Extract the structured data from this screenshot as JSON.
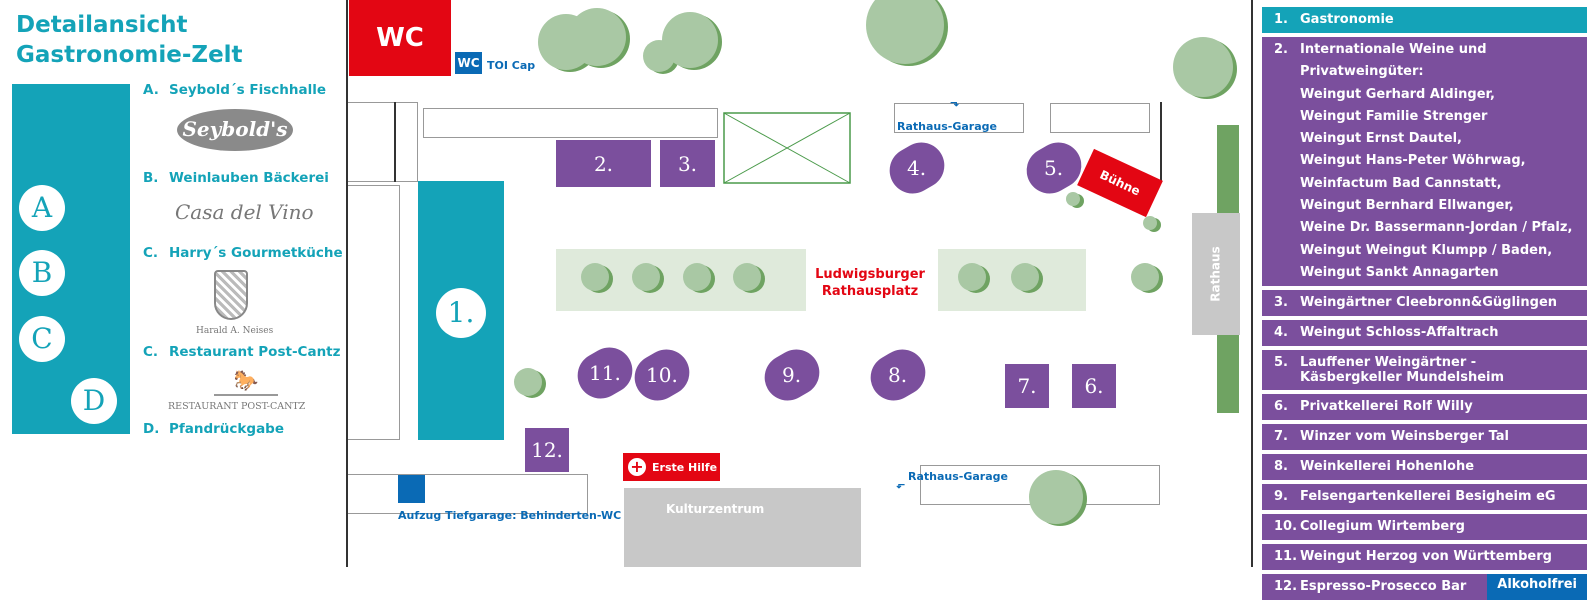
{
  "left": {
    "title_line1": "Detailansicht",
    "title_line2": "Gastronomie-Zelt",
    "markers": [
      "A",
      "B",
      "C",
      "D"
    ],
    "items": [
      {
        "key": "A.",
        "label": "Seybold´s Fischhalle",
        "logo": "Seybold's"
      },
      {
        "key": "B.",
        "label": "Weinlauben Bäckerei",
        "logo": "Casa del Vino"
      },
      {
        "key": "C.",
        "label": "Harry´s Gourmetküche",
        "logo": "Harald A. Neises"
      },
      {
        "key": "C.",
        "label": "Restaurant Post-Cantz",
        "logo": "RESTAURANT POST-CANTZ"
      },
      {
        "key": "D.",
        "label": "Pfandrückgabe"
      }
    ]
  },
  "map": {
    "wc": "WC",
    "wc_small": "WC",
    "toi_cap": "TOI Cap",
    "rathaus_garage_top": "Rathaus-Garage",
    "rathaus_garage_bottom": "Rathaus-Garage",
    "buehne": "Bühne",
    "rathaus": "Rathaus",
    "platz_line1": "Ludwigsburger",
    "platz_line2": "Rathausplatz",
    "erste_hilfe": "Erste Hilfe",
    "kulturzentrum": "Kulturzentrum",
    "aufzug": "Aufzug Tiefgarage: Behinderten-WC",
    "stalls": [
      "1.",
      "2.",
      "3.",
      "4.",
      "5.",
      "6.",
      "7.",
      "8.",
      "9.",
      "10.",
      "11.",
      "12."
    ]
  },
  "legend": [
    {
      "n": "1.",
      "label": "Gastronomie"
    },
    {
      "n": "2.",
      "label": "Internationale Weine und",
      "sub": [
        "Privatweingüter:",
        "Weingut Gerhard Aldinger,",
        "Weingut Familie Strenger",
        "Weingut Ernst Dautel,",
        "Weingut Hans-Peter Wöhrwag,",
        "Weinfactum Bad Cannstatt,",
        "Weingut Bernhard Ellwanger,",
        "Weine Dr. Bassermann-Jordan / Pfalz,",
        "Weingut Weingut Klumpp / Baden,",
        "Weingut Sankt Annagarten"
      ]
    },
    {
      "n": "3.",
      "label": "Weingärtner Cleebronn&Güglingen"
    },
    {
      "n": "4.",
      "label": "Weingut Schloss-Affaltrach"
    },
    {
      "n": "5.",
      "label": "Lauffener Weingärtner -",
      "sub": [
        "Käsbergkeller Mundelsheim"
      ]
    },
    {
      "n": "6.",
      "label": "Privatkellerei Rolf Willy"
    },
    {
      "n": "7.",
      "label": "Winzer vom Weinsberger Tal"
    },
    {
      "n": "8.",
      "label": "Weinkellerei Hohenlohe"
    },
    {
      "n": "9.",
      "label": "Felsengartenkellerei Besigheim eG"
    },
    {
      "n": "10.",
      "label": "Collegium Wirtemberg"
    },
    {
      "n": "11.",
      "label": "Weingut Herzog von Württemberg"
    },
    {
      "n": "12.",
      "label": "Espresso-Prosecco Bar",
      "badge": "Alkoholfrei"
    }
  ],
  "colors": {
    "teal": "#14a3b8",
    "purple": "#7b4f9d",
    "red": "#e30613",
    "blue": "#0a6ab5"
  }
}
